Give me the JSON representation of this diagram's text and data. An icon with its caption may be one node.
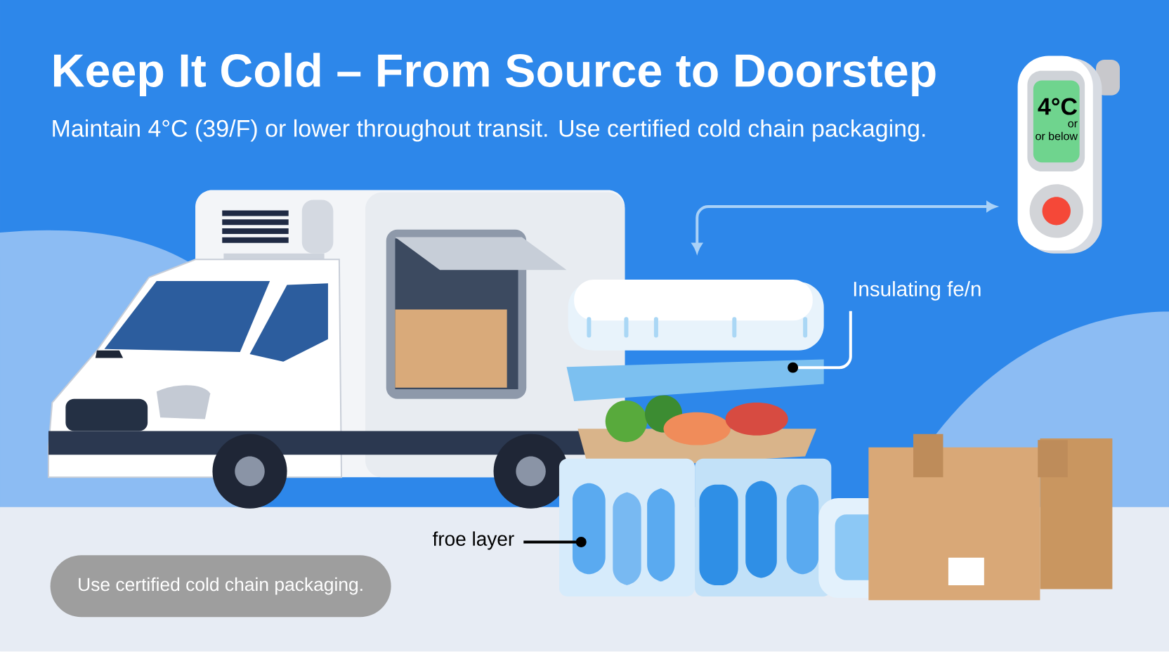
{
  "diagram": {
    "title": "Keep It Cold – From Source to Doorstep",
    "nodes": [
      {
        "text": [
          "4°C",
          "or",
          "or below"
        ]
      },
      {
        "text": [
          "Insulating fe/n"
        ]
      },
      {
        "text": [],
        "shape": "picture"
      },
      {
        "text": [
          "froe layer"
        ]
      },
      {
        "text": [],
        "shape": "picture"
      },
      {
        "text": [
          "Use certified cold chain packaging."
        ]
      }
    ],
    "edges": [
      {
        "from": 2,
        "to": 0,
        "arrow": "both",
        "color": "#a9d1f7"
      },
      {
        "from": 1,
        "to": 2,
        "arrow": "other",
        "color": "#ffffff"
      },
      {
        "from": 3,
        "to": 4,
        "arrow": "other",
        "color": "#000000"
      }
    ],
    "labels": [
      "Maintain 4°C (39/F) or lower throughout transit. Use certified cold chain packaging."
    ]
  }
}
